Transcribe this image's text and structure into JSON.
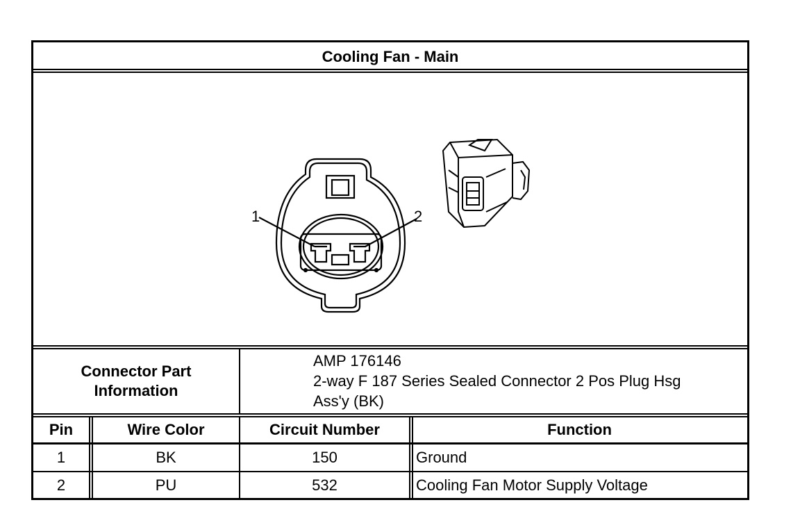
{
  "title": "Cooling Fan - Main",
  "drawing": {
    "pin_labels": [
      "1",
      "2"
    ]
  },
  "connector_part": {
    "label_line1": "Connector Part",
    "label_line2": "Information",
    "lines": [
      "AMP 176146",
      "2-way F 187 Series Sealed Connector 2 Pos Plug Hsg",
      "Ass'y (BK)"
    ]
  },
  "table": {
    "headers": [
      "Pin",
      "Wire Color",
      "Circuit Number",
      "Function"
    ],
    "rows": [
      {
        "pin": "1",
        "wire_color": "BK",
        "circuit": "150",
        "function": "Ground"
      },
      {
        "pin": "2",
        "wire_color": "PU",
        "circuit": "532",
        "function": "Cooling Fan Motor Supply Voltage"
      }
    ]
  }
}
